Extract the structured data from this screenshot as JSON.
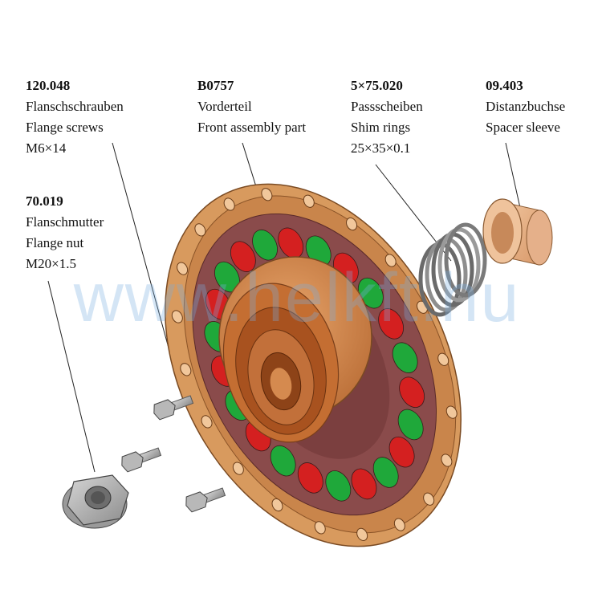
{
  "parts": [
    {
      "code": "120.048",
      "name_de": "Flanschschrauben",
      "name_en": "Flange screws",
      "spec": "M6×14"
    },
    {
      "code": "B0757",
      "name_de": "Vorderteil",
      "name_en": "Front assembly part",
      "spec": ""
    },
    {
      "code": "5×75.020",
      "name_de": "Passscheiben",
      "name_en": "Shim rings",
      "spec": "25×35×0.1"
    },
    {
      "code": "09.403",
      "name_de": "Distanzbuchse",
      "name_en": "Spacer sleeve",
      "spec": ""
    },
    {
      "code": "70.019",
      "name_de": "Flanschmutter",
      "name_en": "Flange nut",
      "spec": "M20×1.5"
    }
  ],
  "watermark": "www.helkft.hu",
  "colors": {
    "flange": "#d89a5e",
    "flange_dark": "#b8743c",
    "disc": "#8a4b4b",
    "ball_red": "#d42020",
    "ball_green": "#1fa83a",
    "steel": "#a9a9a9",
    "sleeve": "#e9b48a"
  }
}
